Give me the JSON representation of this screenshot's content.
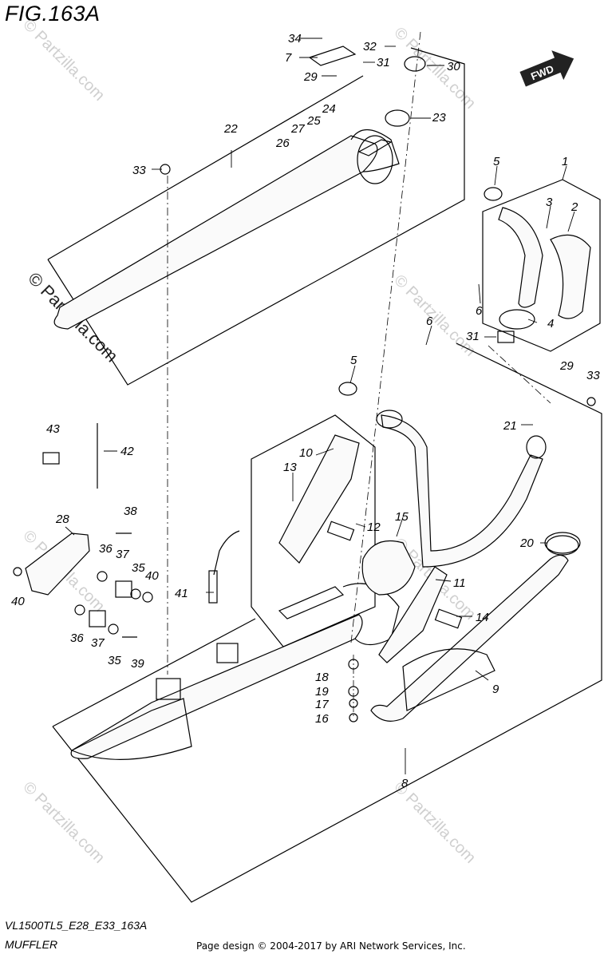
{
  "figure": {
    "title": "FIG.163A",
    "model_code": "VL1500TL5_E28_E33_163A",
    "section_name": "MUFFLER"
  },
  "footer": {
    "credit": "Page design © 2004-2017 by ARI Network Services, Inc."
  },
  "watermarks": {
    "text": "© Partzilla.com",
    "main_text": "© Partzilla.com"
  },
  "direction_badge": {
    "label": "FWD"
  },
  "callouts": [
    {
      "id": "c1",
      "label": "1"
    },
    {
      "id": "c2",
      "label": "2"
    },
    {
      "id": "c3",
      "label": "3"
    },
    {
      "id": "c4",
      "label": "4"
    },
    {
      "id": "c5a",
      "label": "5"
    },
    {
      "id": "c5b",
      "label": "5"
    },
    {
      "id": "c6a",
      "label": "6"
    },
    {
      "id": "c6b",
      "label": "6"
    },
    {
      "id": "c7",
      "label": "7"
    },
    {
      "id": "c8",
      "label": "8"
    },
    {
      "id": "c9",
      "label": "9"
    },
    {
      "id": "c10",
      "label": "10"
    },
    {
      "id": "c11",
      "label": "11"
    },
    {
      "id": "c12",
      "label": "12"
    },
    {
      "id": "c13",
      "label": "13"
    },
    {
      "id": "c14",
      "label": "14"
    },
    {
      "id": "c15",
      "label": "15"
    },
    {
      "id": "c16",
      "label": "16"
    },
    {
      "id": "c17",
      "label": "17"
    },
    {
      "id": "c18",
      "label": "18"
    },
    {
      "id": "c19",
      "label": "19"
    },
    {
      "id": "c20",
      "label": "20"
    },
    {
      "id": "c21",
      "label": "21"
    },
    {
      "id": "c22",
      "label": "22"
    },
    {
      "id": "c23",
      "label": "23"
    },
    {
      "id": "c24",
      "label": "24"
    },
    {
      "id": "c25",
      "label": "25"
    },
    {
      "id": "c26",
      "label": "26"
    },
    {
      "id": "c27",
      "label": "27"
    },
    {
      "id": "c28",
      "label": "28"
    },
    {
      "id": "c29a",
      "label": "29"
    },
    {
      "id": "c29b",
      "label": "29"
    },
    {
      "id": "c30",
      "label": "30"
    },
    {
      "id": "c31a",
      "label": "31"
    },
    {
      "id": "c31b",
      "label": "31"
    },
    {
      "id": "c32",
      "label": "32"
    },
    {
      "id": "c33a",
      "label": "33"
    },
    {
      "id": "c33b",
      "label": "33"
    },
    {
      "id": "c34",
      "label": "34"
    },
    {
      "id": "c35a",
      "label": "35"
    },
    {
      "id": "c35b",
      "label": "35"
    },
    {
      "id": "c36a",
      "label": "36"
    },
    {
      "id": "c36b",
      "label": "36"
    },
    {
      "id": "c37a",
      "label": "37"
    },
    {
      "id": "c37b",
      "label": "37"
    },
    {
      "id": "c38",
      "label": "38"
    },
    {
      "id": "c39",
      "label": "39"
    },
    {
      "id": "c40a",
      "label": "40"
    },
    {
      "id": "c40b",
      "label": "40"
    },
    {
      "id": "c41",
      "label": "41"
    },
    {
      "id": "c42",
      "label": "42"
    },
    {
      "id": "c43",
      "label": "43"
    }
  ]
}
